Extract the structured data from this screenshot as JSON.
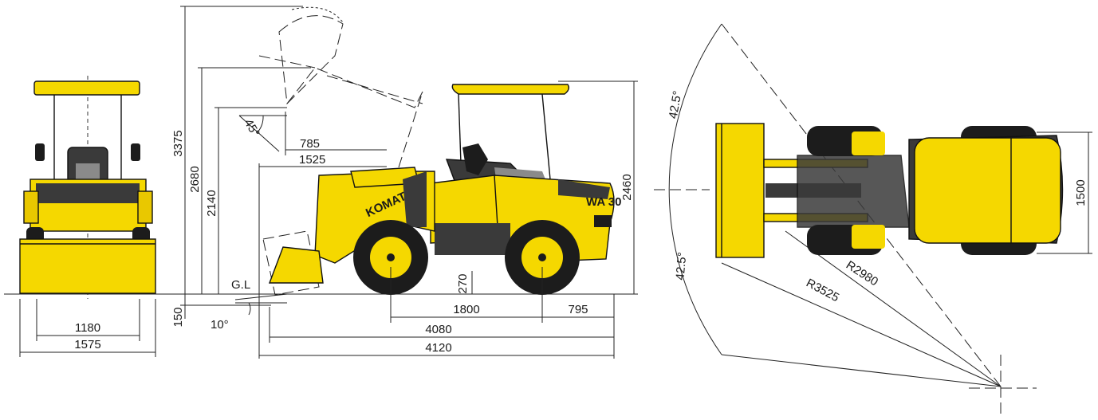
{
  "views": {
    "front": {
      "label_1180": "1180",
      "label_1575": "1575"
    },
    "side": {
      "label_3375": "3375",
      "label_2680": "2680",
      "label_2140": "2140",
      "label_2460": "2460",
      "label_150": "150",
      "label_785": "785",
      "label_1525": "1525",
      "label_45deg": "45°",
      "label_gl": "G.L",
      "label_10deg": "10°",
      "label_270": "270",
      "label_1800": "1800",
      "label_795": "795",
      "label_4080": "4080",
      "label_4120": "4120",
      "brand_text": "KOMATSU",
      "model_text": "WA 30"
    },
    "top": {
      "label_42_5_top": "42.5°",
      "label_42_5_bottom": "42.5°",
      "label_1500": "1500",
      "label_r2980": "R2980",
      "label_r3525": "R3525"
    }
  },
  "colors": {
    "machine_yellow": "#f5d800",
    "machine_dark": "#3a3a3a",
    "tire_black": "#1c1c1c"
  }
}
